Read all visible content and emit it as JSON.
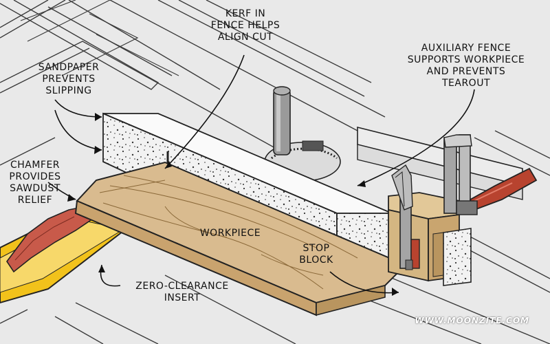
{
  "labels": {
    "kerf": "KERF IN\nFENCE HELPS\nALIGN CUT",
    "sandpaper": "SANDPAPER\nPREVENTS\nSLIPPING",
    "auxiliary": "AUXILIARY FENCE\nSUPPORTS WORKPIECE\nAND PREVENTS\nTEAROUT",
    "chamfer": "CHAMFER\nPROVIDES\nSAWDUST\nRELIEF",
    "workpiece": "WORKPIECE",
    "stop_block": "STOP\nBLOCK",
    "zero_clearance": "ZERO-CLEARANCE\nINSERT"
  },
  "watermark": "WWW.MOONZITE.COM",
  "colors": {
    "background": "#e6e6e6",
    "table_top": "#eeeeee",
    "fence": "#f2f2f2",
    "wood": "#d9bb8f",
    "wood_dark": "#b9955f",
    "insert": "#f2c21b",
    "blade": "#c85a4a",
    "handle": "#b8432f",
    "metal": "#9a9a9a"
  }
}
